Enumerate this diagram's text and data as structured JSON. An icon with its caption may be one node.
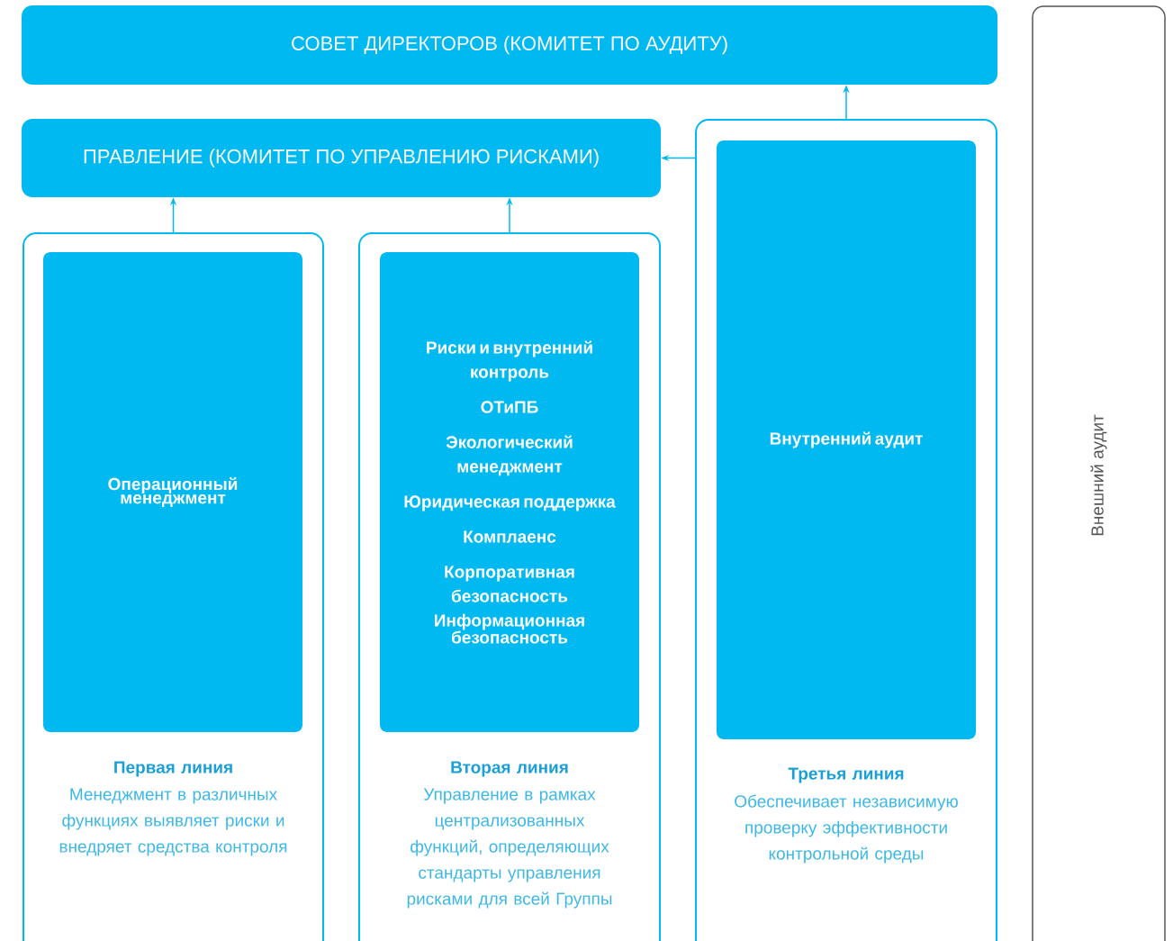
{
  "diagram": {
    "nodes": [
      {
        "text": [
          "СОВЕТ ДИРЕКТОРОВ (КОМИТЕТ ПО АУДИТУ)"
        ]
      },
      {
        "text": [
          "ПРАВЛЕНИЕ (КОМИТЕТ ПО УПРАВЛЕНИЮ РИСКАМИ)"
        ]
      },
      {
        "text": [
          "Первая линия",
          "Менеджмент в различных функциях выявляет риски и внедряет средства контроля"
        ]
      },
      {
        "text": [
          "Операционный менеджмент"
        ],
        "in": 2
      },
      {
        "text": [
          "Вторая линия",
          "Управление в рамках централизованных функций, определяющих стандарты управления рисками для всей Группы"
        ]
      },
      {
        "text": [
          "Риски и внутренний контроль",
          "ОТиПБ",
          "Экологический менеджмент",
          "Юридическая поддержка",
          "Комплаенс",
          "Корпоративная безопасность",
          "Информационная безопасность"
        ],
        "in": 4
      },
      {
        "text": [
          "Третья линия",
          "Обеспечивает независимую проверку эффективности контрольной среды"
        ]
      },
      {
        "text": [
          "Внутренний аудит"
        ],
        "in": 6
      },
      {
        "text": [
          "Внешний аудит"
        ]
      }
    ],
    "edges": [
      {
        "from": 2,
        "to": 1,
        "arrow": "to"
      },
      {
        "from": 4,
        "to": 1,
        "arrow": "to"
      },
      {
        "from": 6,
        "to": 0,
        "arrow": "to"
      },
      {
        "from": 6,
        "to": 1,
        "arrow": "to"
      }
    ]
  }
}
